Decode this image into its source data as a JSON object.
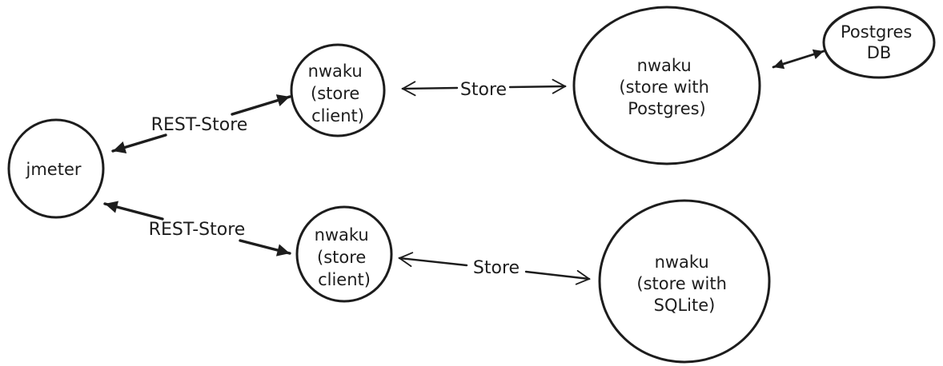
{
  "diagram": {
    "type": "hand-drawn-architecture-sketch",
    "colors": {
      "ink": "#1d1d1d",
      "background": "#ffffff"
    },
    "nodes": [
      {
        "id": "jmeter",
        "shape": "circle",
        "label": "jmeter",
        "lines": [
          "jmeter"
        ]
      },
      {
        "id": "nwaku-store-client-top",
        "shape": "circle",
        "label": "nwaku (store client)",
        "lines": [
          "nwaku",
          "(store",
          "client)"
        ]
      },
      {
        "id": "nwaku-store-postgres",
        "shape": "ellipse",
        "label": "nwaku (store with Postgres)",
        "lines": [
          "nwaku",
          "(store with",
          "Postgres)"
        ]
      },
      {
        "id": "postgres-db",
        "shape": "ellipse",
        "label": "Postgres DB",
        "lines": [
          "Postgres",
          "DB"
        ]
      },
      {
        "id": "nwaku-store-client-bottom",
        "shape": "circle",
        "label": "nwaku (store client)",
        "lines": [
          "nwaku",
          "(store",
          "client)"
        ]
      },
      {
        "id": "nwaku-store-sqlite",
        "shape": "circle",
        "label": "nwaku (store with SQLite)",
        "lines": [
          "nwaku",
          "(store with",
          "SQLite)"
        ]
      }
    ],
    "edges": [
      {
        "id": "jmeter-to-client-top",
        "from": "jmeter",
        "to": "nwaku-store-client-top",
        "label": "REST-Store",
        "direction": "bidirectional",
        "arrowhead": "solid"
      },
      {
        "id": "client-top-to-postgres",
        "from": "nwaku-store-client-top",
        "to": "nwaku-store-postgres",
        "label": "Store",
        "direction": "bidirectional",
        "arrowhead": "open"
      },
      {
        "id": "postgres-to-db",
        "from": "nwaku-store-postgres",
        "to": "postgres-db",
        "label": "",
        "direction": "bidirectional",
        "arrowhead": "solid"
      },
      {
        "id": "jmeter-to-client-bottom",
        "from": "jmeter",
        "to": "nwaku-store-client-bottom",
        "label": "REST-Store",
        "direction": "bidirectional",
        "arrowhead": "solid"
      },
      {
        "id": "client-bottom-to-sqlite",
        "from": "nwaku-store-client-bottom",
        "to": "nwaku-store-sqlite",
        "label": "Store",
        "direction": "bidirectional",
        "arrowhead": "open"
      }
    ]
  }
}
